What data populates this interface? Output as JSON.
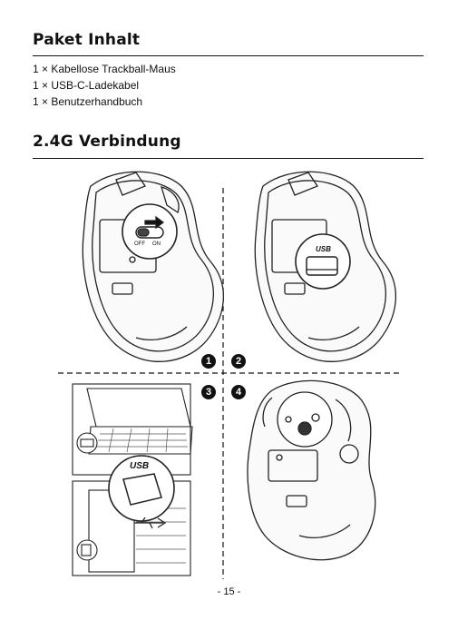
{
  "section1": {
    "title": "Paket Inhalt",
    "items": [
      "1 × Kabellose Trackball-Maus",
      "1 × USB-C-Ladekabel",
      "1 × Benutzerhandbuch"
    ]
  },
  "section2": {
    "title": "2.4G Verbindung"
  },
  "illustration": {
    "steps": [
      "1",
      "2",
      "3",
      "4"
    ],
    "switch_off": "OFF",
    "switch_on": "ON",
    "usb_label_1": "USB",
    "usb_label_2": "USB"
  },
  "page_number": "- 15 -"
}
